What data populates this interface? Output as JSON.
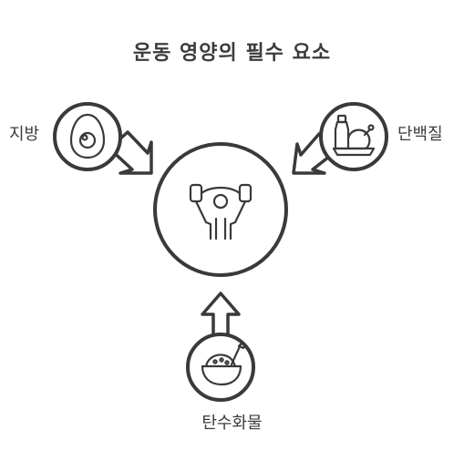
{
  "title": "운동 영양의 필수 요소",
  "nodes": {
    "left": {
      "label": "지방",
      "icon": "egg-icon"
    },
    "right": {
      "label": "단백질",
      "icon": "chicken-bottle-icon"
    },
    "bottom": {
      "label": "탄수화물",
      "icon": "food-bowl-icon"
    },
    "center": {
      "icon": "weightlifter-icon"
    }
  },
  "colors": {
    "stroke": "#3a3a3a",
    "fill": "#ffffff",
    "text": "#3c3c3c"
  }
}
